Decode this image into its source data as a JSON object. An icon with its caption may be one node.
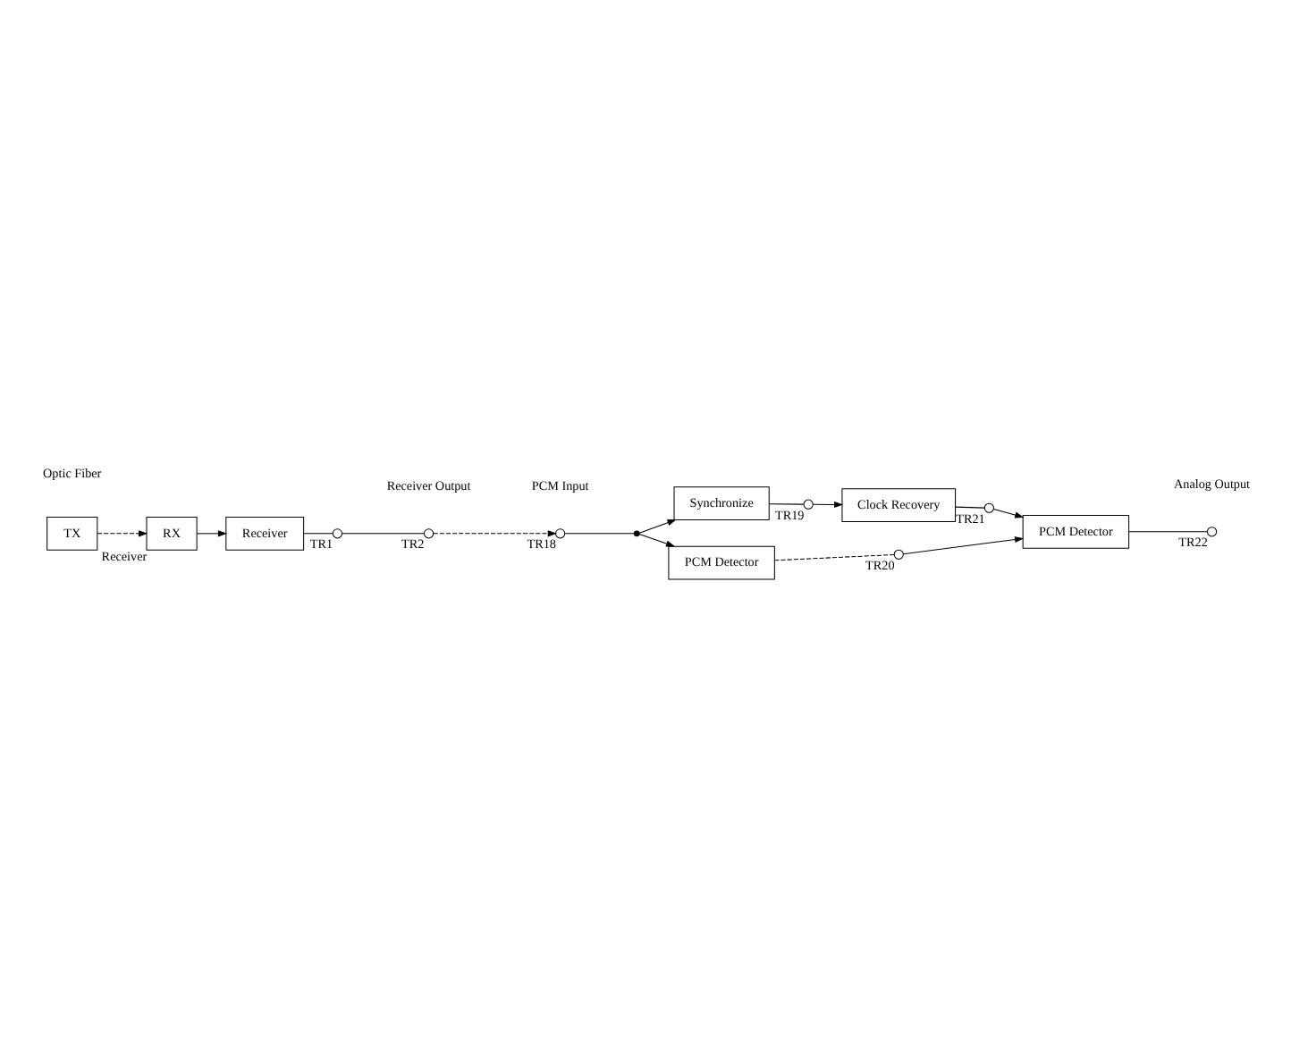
{
  "diagram": {
    "nodes": [
      {
        "text": [
          "TX"
        ]
      },
      {
        "text": [
          "RX"
        ],
        "beside": [
          "Receiver"
        ]
      },
      {
        "text": [
          "Receiver"
        ]
      },
      {
        "text": [],
        "shape": "circle",
        "beside": [
          "TR1"
        ]
      },
      {
        "text": [],
        "shape": "circle",
        "beside": [
          "TR2"
        ]
      },
      {
        "text": [],
        "shape": "circle",
        "beside": [
          "TR18"
        ]
      },
      {
        "text": [],
        "shape": "dot"
      },
      {
        "text": [
          "Synchronize"
        ]
      },
      {
        "text": [],
        "shape": "circle",
        "beside": [
          "TR19"
        ]
      },
      {
        "text": [
          "Clock Recovery"
        ]
      },
      {
        "text": [],
        "shape": "circle",
        "beside": [
          "TR21"
        ]
      },
      {
        "text": [
          "PCM Detector"
        ]
      },
      {
        "text": [],
        "shape": "circle",
        "beside": [
          "TR20"
        ]
      },
      {
        "text": [
          "PCM Detector"
        ]
      },
      {
        "text": [],
        "shape": "circle",
        "beside": [
          "TR22"
        ]
      }
    ],
    "edges": [
      {
        "from": 0,
        "to": 1,
        "arrow": "to",
        "style": "dashed"
      },
      {
        "from": 1,
        "to": 2,
        "arrow": "to"
      },
      {
        "from": 2,
        "to": 3,
        "arrow": "none"
      },
      {
        "from": 3,
        "to": 4,
        "arrow": "none"
      },
      {
        "from": 4,
        "to": 5,
        "arrow": "to",
        "style": "dashed"
      },
      {
        "from": 5,
        "to": 6,
        "arrow": "none"
      },
      {
        "from": 6,
        "to": 7,
        "arrow": "to"
      },
      {
        "from": 6,
        "to": 11,
        "arrow": "to"
      },
      {
        "from": 7,
        "to": 8,
        "arrow": "none"
      },
      {
        "from": 8,
        "to": 9,
        "arrow": "to"
      },
      {
        "from": 9,
        "to": 10,
        "arrow": "none"
      },
      {
        "from": 10,
        "to": 13,
        "arrow": "to"
      },
      {
        "from": 11,
        "to": 12,
        "arrow": "none",
        "style": "dashed"
      },
      {
        "from": 12,
        "to": 13,
        "arrow": "to"
      },
      {
        "from": 13,
        "to": 14,
        "arrow": "none"
      }
    ],
    "labels": [
      "Optic Fiber",
      "Receiver Output",
      "PCM Input",
      "Analog Output"
    ]
  }
}
